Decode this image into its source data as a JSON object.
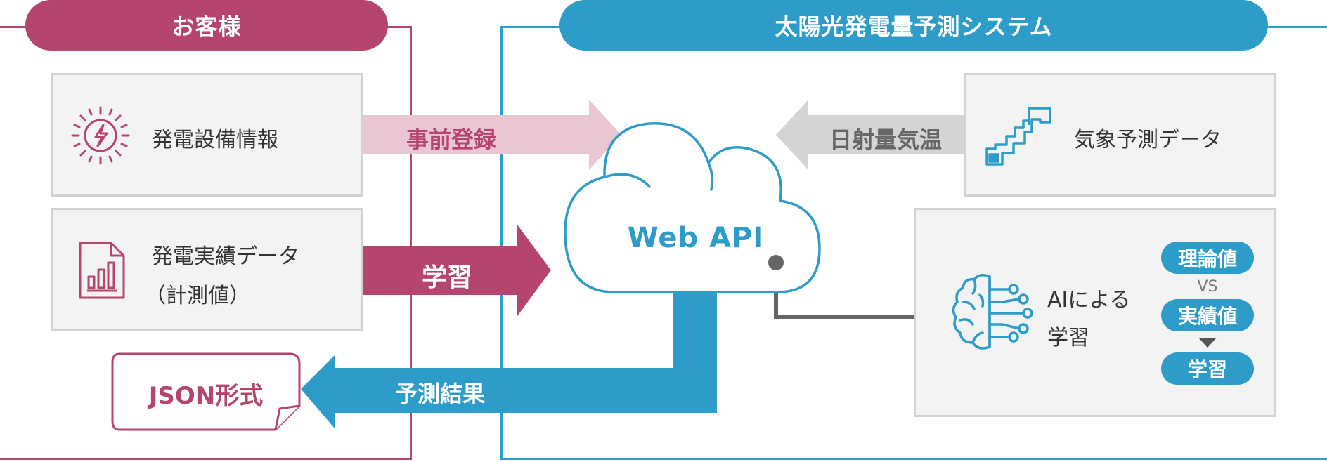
{
  "customer": {
    "title": "お客様",
    "facility_label": "発電設備情報",
    "record_label_line1": "発電実績データ",
    "record_label_line2": "（計測値）",
    "json_label": "JSON形式"
  },
  "system": {
    "title": "太陽光発電量予測システム",
    "cloud_label": "Web API",
    "weather_label": "気象予測データ",
    "ai_label_line1": "AIによる",
    "ai_label_line2": "学習",
    "badge_theory": "理論値",
    "vs_label": "VS",
    "badge_actual": "実績値",
    "badge_learning": "学習"
  },
  "arrows": {
    "pre_registration": "事前登録",
    "learning": "学習",
    "weather": "日射量気温",
    "result": "予測結果"
  },
  "colors": {
    "customer": "#b5456f",
    "customer_light": "#e8c6d4",
    "system": "#2e9cc8",
    "gray_arrow": "#d4d4d4",
    "connector": "#666666"
  }
}
